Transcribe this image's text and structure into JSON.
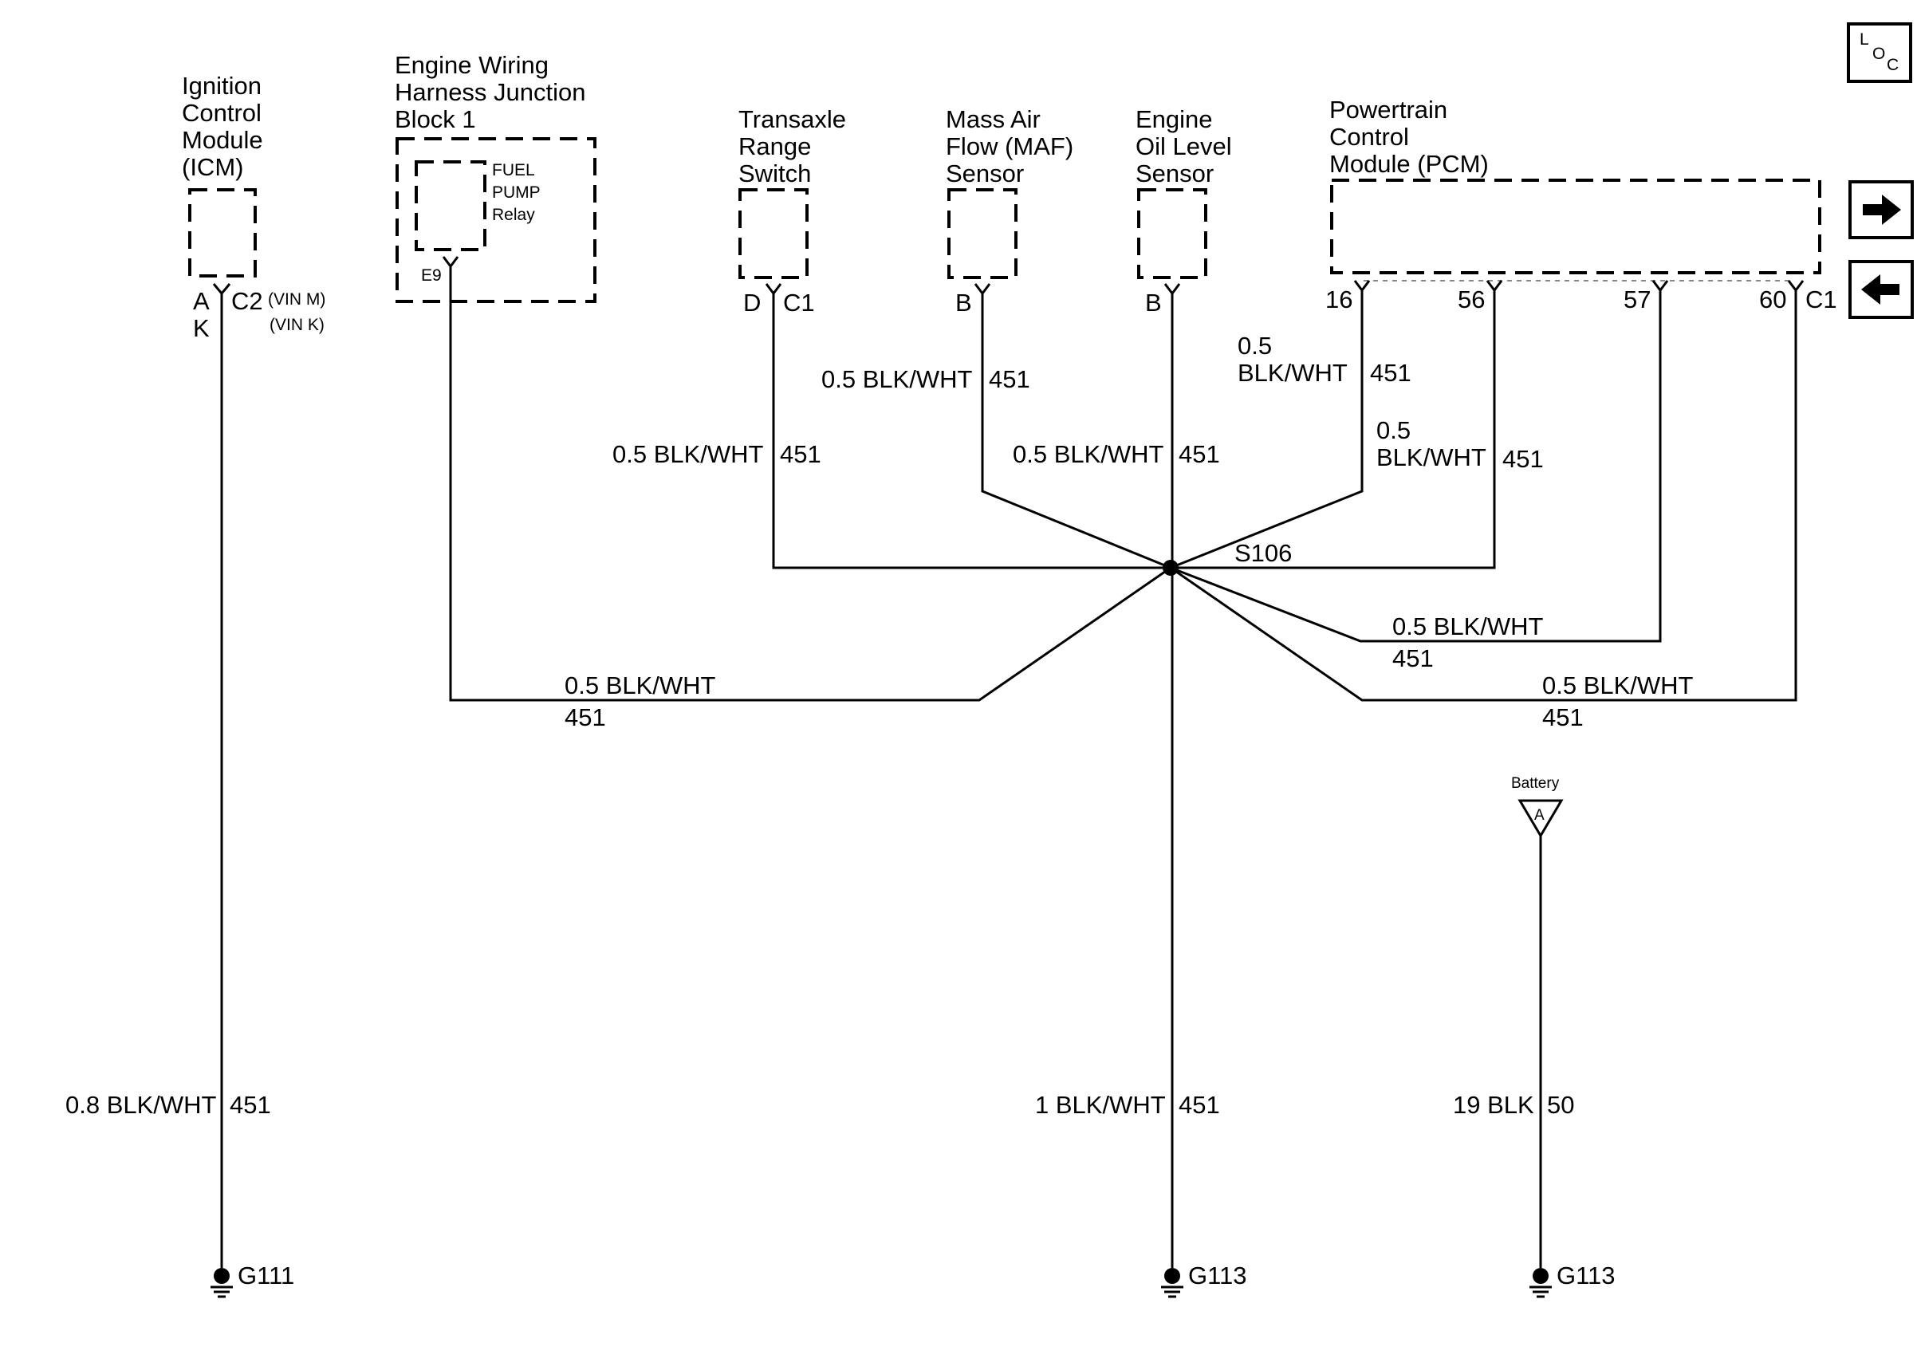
{
  "components": {
    "icm": [
      "Ignition",
      "Control",
      "Module",
      "(ICM)"
    ],
    "junction_block": [
      "Engine Wiring",
      "Harness Junction",
      "Block 1"
    ],
    "fuel_pump_relay": [
      "FUEL",
      "PUMP",
      "Relay"
    ],
    "trs": [
      "Transaxle",
      "Range",
      "Switch"
    ],
    "maf": [
      "Mass Air",
      "Flow (MAF)",
      "Sensor"
    ],
    "oil_sensor": [
      "Engine",
      "Oil Level",
      "Sensor"
    ],
    "pcm": [
      "Powertrain",
      "Control",
      "Module (PCM)"
    ]
  },
  "pins": {
    "icm_a": "A",
    "icm_k": "K",
    "icm_conn": "C2",
    "vin_m": "(VIN M)",
    "vin_k": "(VIN K)",
    "relay": "E9",
    "trs_pin": "D",
    "trs_conn": "C1",
    "maf_pin": "B",
    "oil_pin": "B",
    "pcm_16": "16",
    "pcm_56": "56",
    "pcm_57": "57",
    "pcm_60": "60",
    "pcm_conn": "C1"
  },
  "wires": {
    "trs": {
      "gauge_color": "0.5 BLK/WHT",
      "circuit": "451"
    },
    "maf": {
      "gauge_color": "0.5 BLK/WHT",
      "circuit": "451"
    },
    "oil": {
      "gauge_color": "0.5 BLK/WHT",
      "circuit": "451"
    },
    "pcm16": {
      "gauge": "0.5",
      "color": "BLK/WHT",
      "circuit": "451"
    },
    "pcm56": {
      "gauge": "0.5",
      "color": "BLK/WHT",
      "circuit": "451"
    },
    "pcm57": {
      "gauge_color": "0.5 BLK/WHT",
      "circuit": "451"
    },
    "pcm60": {
      "gauge_color": "0.5 BLK/WHT",
      "circuit": "451"
    },
    "relay": {
      "gauge_color": "0.5 BLK/WHT",
      "circuit": "451"
    },
    "icm_ground": {
      "gauge_color": "0.8 BLK/WHT",
      "circuit": "451"
    },
    "main_ground": {
      "gauge_color": "1 BLK/WHT",
      "circuit": "451"
    },
    "battery_ground": {
      "gauge_color": "19 BLK",
      "circuit": "50"
    }
  },
  "splice": "S106",
  "battery": {
    "label": "Battery",
    "connector": "A"
  },
  "grounds": {
    "g1": "G111",
    "g2": "G113",
    "g3": "G113"
  },
  "loc_button": {
    "l": "L",
    "o": "O",
    "c": "C"
  },
  "nav": {
    "next": "arrow-right-icon",
    "prev": "arrow-left-icon"
  }
}
